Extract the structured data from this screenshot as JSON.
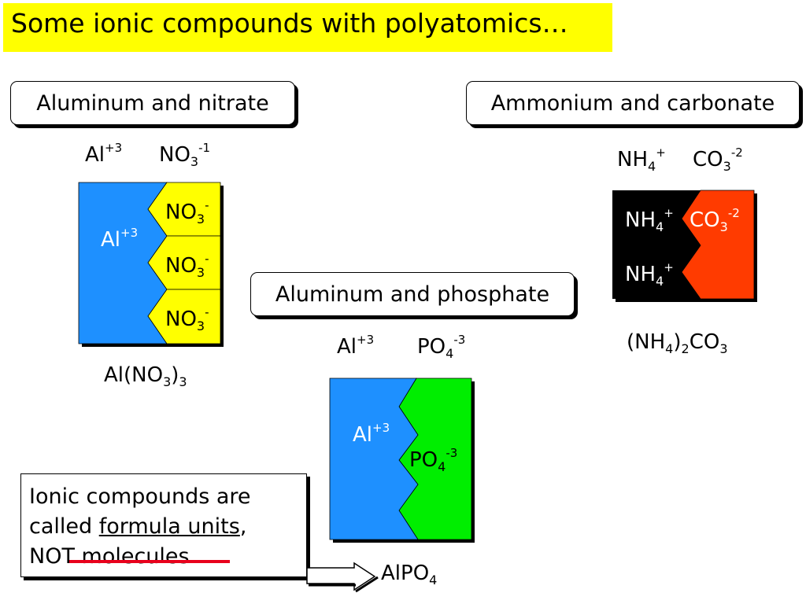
{
  "title": "Some ionic compounds with polyatomics…",
  "panel_nitrate": {
    "label": "Aluminum and nitrate",
    "cation": {
      "sym": "Al",
      "charge": "+3"
    },
    "anion": {
      "sym": "NO",
      "sub": "3",
      "charge": "-1"
    },
    "block_cation": {
      "sym": "Al",
      "charge": "+3"
    },
    "block_anion": {
      "sym": "NO",
      "sub": "3",
      "charge": "-"
    },
    "formula": {
      "a": "Al(NO",
      "sub": "3",
      "b": ")",
      "sub2": "3"
    }
  },
  "panel_carbonate": {
    "label": "Ammonium and carbonate",
    "cation": {
      "sym": "NH",
      "sub": "4",
      "charge": "+"
    },
    "anion": {
      "sym": "CO",
      "sub": "3",
      "charge": "-2"
    },
    "block_cation": {
      "sym": "NH",
      "sub": "4",
      "charge": "+"
    },
    "block_anion": {
      "sym": "CO",
      "sub": "3",
      "charge": "-2"
    },
    "formula": {
      "a": "(NH",
      "sub": "4",
      "b": ")",
      "sub2": "2",
      "c": "CO",
      "sub3": "3"
    }
  },
  "panel_phosphate": {
    "label": "Aluminum and phosphate",
    "cation": {
      "sym": "Al",
      "charge": "+3"
    },
    "anion": {
      "sym": "PO",
      "sub": "4",
      "charge": "-3"
    },
    "block_cation": {
      "sym": "Al",
      "charge": "+3"
    },
    "block_anion": {
      "sym": "PO",
      "sub": "4",
      "charge": "-3"
    },
    "formula": {
      "a": "AlPO",
      "sub": "4"
    }
  },
  "note": {
    "line1": "Ionic compounds are",
    "line2a": "called ",
    "line2b": "formula units",
    "line2c": ",",
    "line3a": "NOT ",
    "line3b": "molecules."
  },
  "colors": {
    "title_bg": "#ffff00",
    "aluminum": "#1e90ff",
    "nitrate": "#ffff00",
    "ammonium": "#000000",
    "carbonate": "#ff3b00",
    "phosphate": "#00ee00",
    "strike": "#e8001c"
  }
}
